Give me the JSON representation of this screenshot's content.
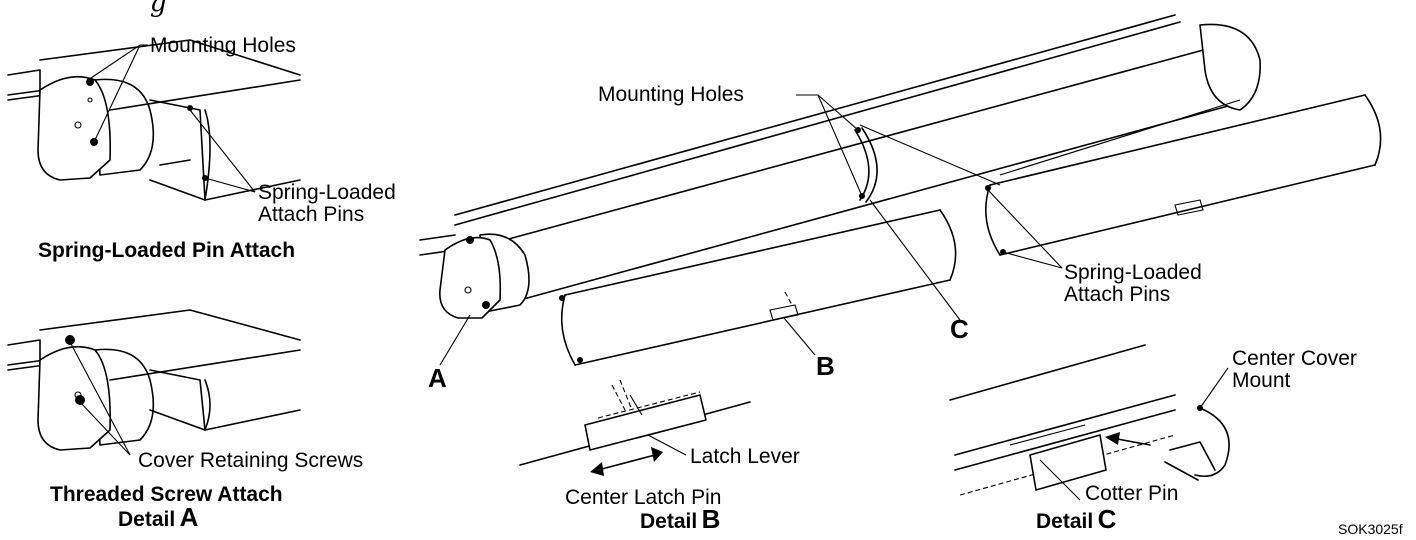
{
  "top_fragment": "g",
  "callouts": {
    "mounting_holes_left": "Mounting Holes",
    "spring_pins_left_1": "Spring-Loaded",
    "spring_pins_left_2": "Attach Pins",
    "spring_pin_attach_title": "Spring-Loaded Pin Attach",
    "cover_retaining_screws": "Cover Retaining Screws",
    "threaded_screw_attach_title": "Threaded Screw Attach",
    "detail_a_prefix": "Detail",
    "detail_a_letter": "A",
    "mounting_holes_main": "Mounting Holes",
    "spring_pins_main_1": "Spring-Loaded",
    "spring_pins_main_2": "Attach Pins",
    "letter_a": "A",
    "letter_b": "B",
    "letter_c": "C",
    "latch_lever": "Latch Lever",
    "center_latch_pin": "Center Latch Pin",
    "detail_b_prefix": "Detail",
    "detail_b_letter": "B",
    "center_cover_mount_1": "Center Cover",
    "center_cover_mount_2": "Mount",
    "cotter_pin": "Cotter Pin",
    "detail_c_prefix": "Detail",
    "detail_c_letter": "C",
    "figure_code": "SOK3025f"
  }
}
